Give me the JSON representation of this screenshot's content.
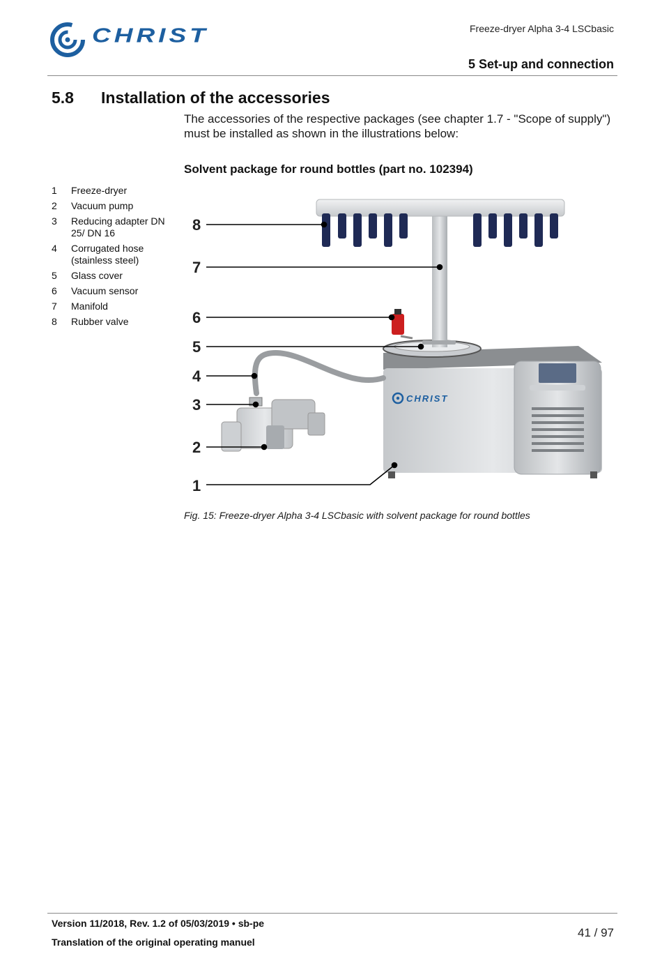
{
  "header": {
    "brand": "CHRIST",
    "doc_title": "Freeze-dryer Alpha 3-4 LSCbasic",
    "chapter": "5 Set-up and connection"
  },
  "section": {
    "number": "5.8",
    "title": "Installation of the accessories",
    "intro": "The accessories of the respective packages (see chapter 1.7 - \"Scope of supply\") must be installed as shown in the illustrations below:",
    "package_title": "Solvent package for round bottles (part no. 102394)"
  },
  "legend": [
    {
      "num": "1",
      "label": "Freeze-dryer"
    },
    {
      "num": "2",
      "label": "Vacuum pump"
    },
    {
      "num": "3",
      "label": "Reducing adapter DN 25/ DN 16"
    },
    {
      "num": "4",
      "label": "Corrugated hose (stainless steel)"
    },
    {
      "num": "5",
      "label": "Glass cover"
    },
    {
      "num": "6",
      "label": "Vacuum sensor"
    },
    {
      "num": "7",
      "label": "Manifold"
    },
    {
      "num": "8",
      "label": "Rubber valve"
    }
  ],
  "figure": {
    "callouts": [
      "8",
      "7",
      "6",
      "5",
      "4",
      "3",
      "2",
      "1"
    ],
    "device_brand": "CHRIST",
    "caption": "Fig. 15: Freeze-dryer Alpha 3-4 LSCbasic with solvent package for round bottles"
  },
  "footer": {
    "version": "Version 11/2018, Rev. 1.2 of 05/03/2019 • sb-pe",
    "translation": "Translation of the original operating manuel",
    "page": "41 / 97"
  },
  "colors": {
    "brand_blue": "#1d5fa0",
    "valve_navy": "#1f2a55",
    "sensor_red": "#cc1f1f"
  }
}
